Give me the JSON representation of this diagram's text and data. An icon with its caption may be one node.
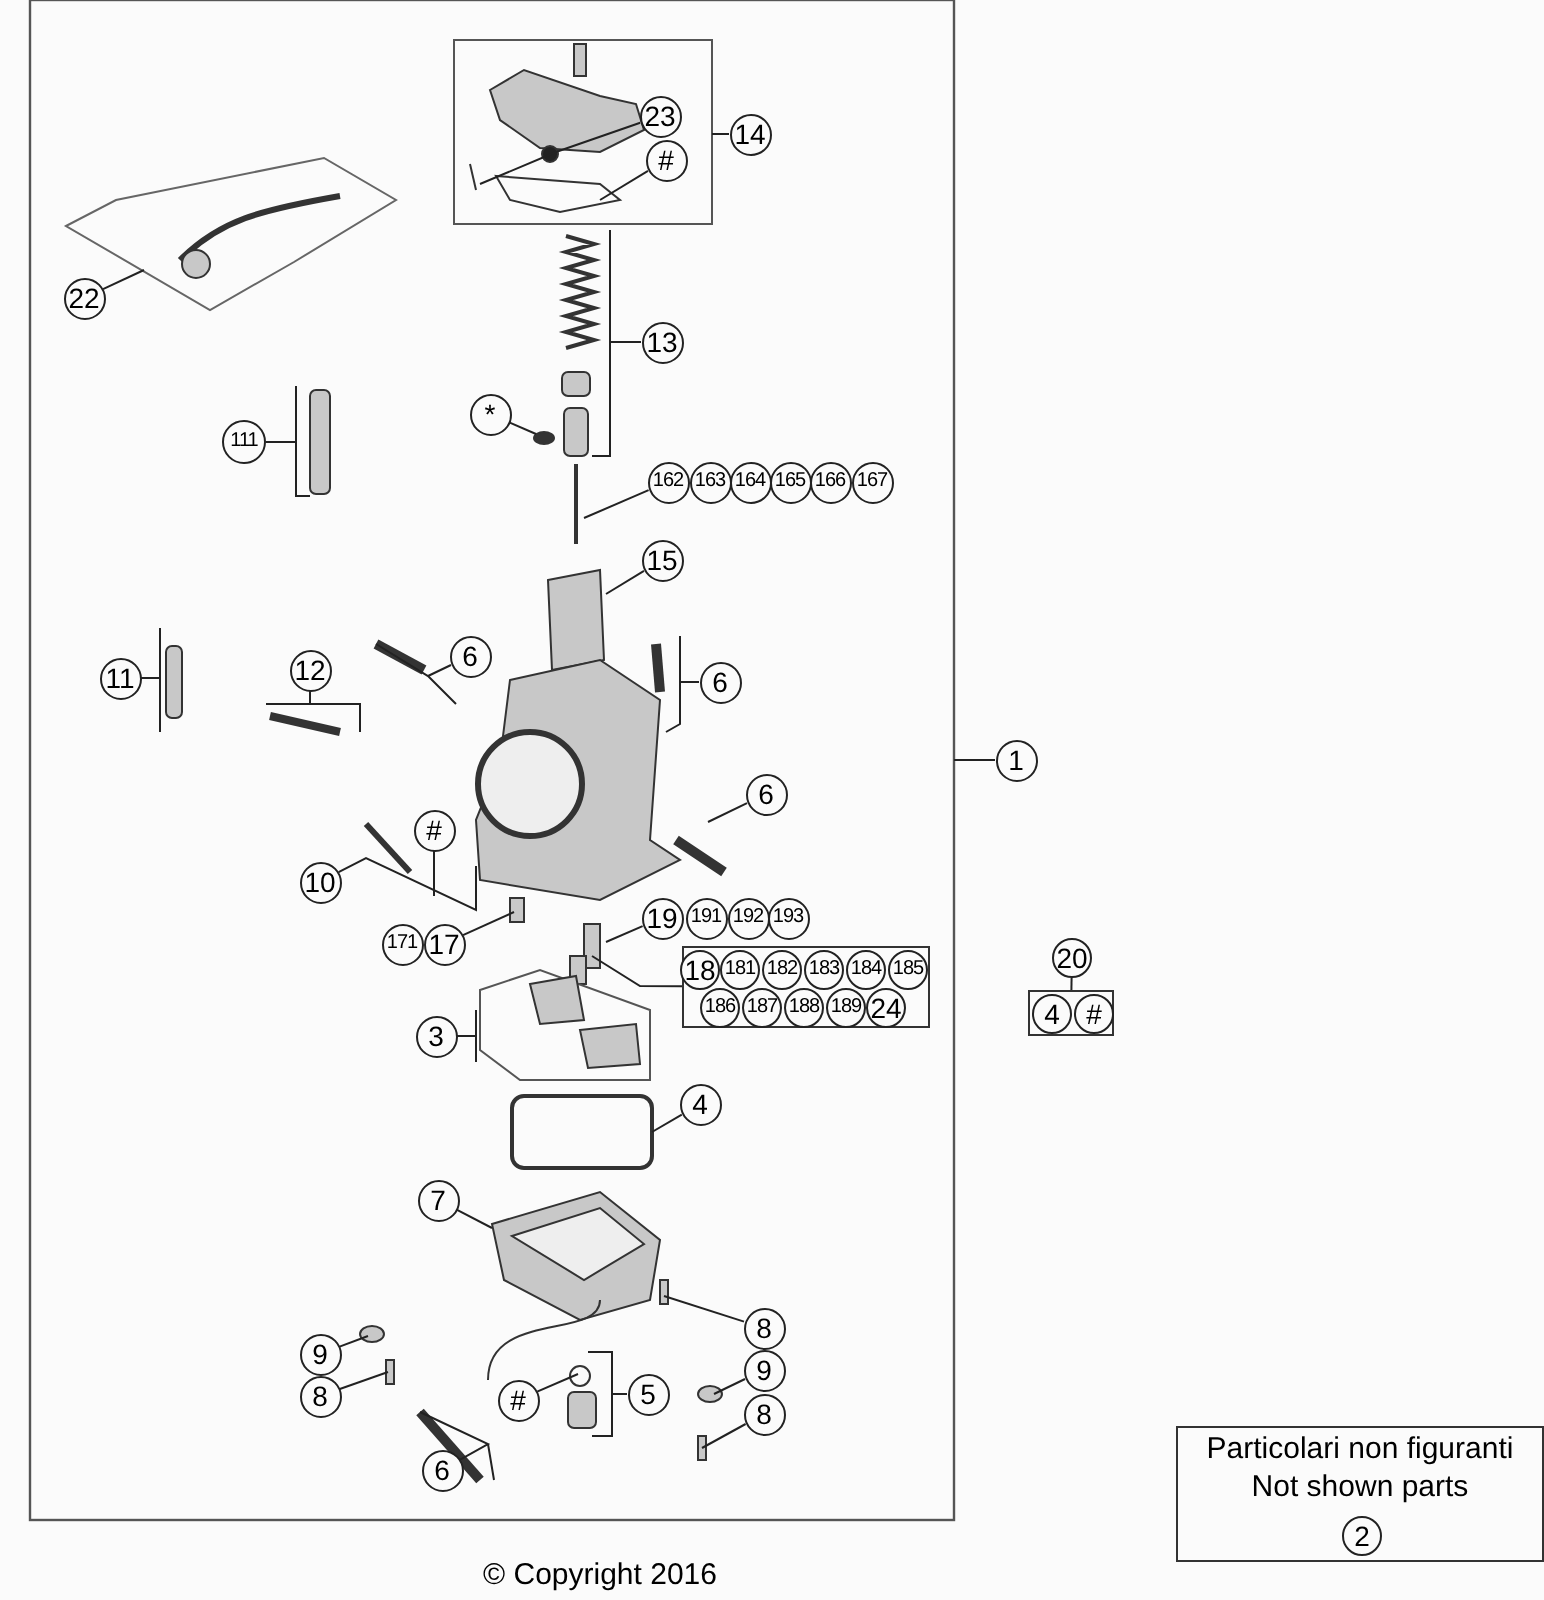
{
  "diagram": {
    "caption": "© Copyright 2016",
    "nodes": [
      {
        "text": [
          "23"
        ]
      },
      {
        "text": [
          "14"
        ]
      },
      {
        "text": [
          "#"
        ]
      },
      {
        "text": [
          "22"
        ]
      },
      {
        "text": [
          "13"
        ]
      },
      {
        "text": [
          "*"
        ]
      },
      {
        "text": [
          "111"
        ]
      },
      {
        "text": [
          "162"
        ]
      },
      {
        "text": [
          "163"
        ]
      },
      {
        "text": [
          "164"
        ]
      },
      {
        "text": [
          "165"
        ]
      },
      {
        "text": [
          "166"
        ]
      },
      {
        "text": [
          "167"
        ]
      },
      {
        "text": [
          "15"
        ]
      },
      {
        "text": [
          "6"
        ]
      },
      {
        "text": [
          "12"
        ]
      },
      {
        "text": [
          "11"
        ]
      },
      {
        "text": [
          "6"
        ]
      },
      {
        "text": [
          "1"
        ]
      },
      {
        "text": [
          "6"
        ]
      },
      {
        "text": [
          "#"
        ]
      },
      {
        "text": [
          "10"
        ]
      },
      {
        "text": [
          "19"
        ]
      },
      {
        "text": [
          "191"
        ]
      },
      {
        "text": [
          "192"
        ]
      },
      {
        "text": [
          "193"
        ]
      },
      {
        "text": [
          "171"
        ]
      },
      {
        "text": [
          "17"
        ]
      },
      {
        "text": [],
        "shape": "box"
      },
      {
        "text": [
          "18"
        ],
        "in": 28
      },
      {
        "text": [
          "181"
        ],
        "in": 28
      },
      {
        "text": [
          "182"
        ],
        "in": 28
      },
      {
        "text": [
          "183"
        ],
        "in": 28
      },
      {
        "text": [
          "184"
        ],
        "in": 28
      },
      {
        "text": [
          "185"
        ],
        "in": 28
      },
      {
        "text": [
          "186"
        ],
        "in": 28
      },
      {
        "text": [
          "187"
        ],
        "in": 28
      },
      {
        "text": [
          "188"
        ],
        "in": 28
      },
      {
        "text": [
          "189"
        ],
        "in": 28
      },
      {
        "text": [
          "24"
        ],
        "in": 28
      },
      {
        "text": [
          "20"
        ]
      },
      {
        "text": [],
        "shape": "box"
      },
      {
        "text": [
          "4"
        ],
        "in": 41
      },
      {
        "text": [
          "#"
        ],
        "in": 41
      },
      {
        "text": [
          "3"
        ]
      },
      {
        "text": [
          "4"
        ]
      },
      {
        "text": [
          "7"
        ]
      },
      {
        "text": [
          "8"
        ]
      },
      {
        "text": [
          "9"
        ]
      },
      {
        "text": [
          "9"
        ]
      },
      {
        "text": [
          "8"
        ]
      },
      {
        "text": [
          "#"
        ]
      },
      {
        "text": [
          "5"
        ]
      },
      {
        "text": [
          "8"
        ]
      },
      {
        "text": [
          "6"
        ]
      },
      {
        "text": [
          "Particolari non figuranti",
          "Not shown parts"
        ]
      },
      {
        "text": [
          "2"
        ],
        "in": 55
      }
    ],
    "edges": [
      {
        "from": 0,
        "to": null,
        "arrow": "none"
      },
      {
        "from": 1,
        "to": null,
        "arrow": "none"
      },
      {
        "from": 2,
        "to": null,
        "arrow": "none"
      },
      {
        "from": 3,
        "to": null,
        "arrow": "none"
      },
      {
        "from": 4,
        "to": null,
        "arrow": "none"
      },
      {
        "from": 5,
        "to": null,
        "arrow": "none"
      },
      {
        "from": 6,
        "to": null,
        "arrow": "none"
      },
      {
        "from": 7,
        "to": null,
        "arrow": "none"
      },
      {
        "from": 13,
        "to": null,
        "arrow": "none"
      },
      {
        "from": 14,
        "to": null,
        "arrow": "none"
      },
      {
        "from": 15,
        "to": null,
        "arrow": "none"
      },
      {
        "from": 16,
        "to": null,
        "arrow": "none"
      },
      {
        "from": 17,
        "to": null,
        "arrow": "none"
      },
      {
        "from": 18,
        "to": null,
        "arrow": "none"
      },
      {
        "from": 19,
        "to": null,
        "arrow": "none"
      },
      {
        "from": 20,
        "to": null,
        "arrow": "none"
      },
      {
        "from": 21,
        "to": null,
        "arrow": "none"
      },
      {
        "from": 22,
        "to": null,
        "arrow": "none"
      },
      {
        "from": 27,
        "to": null,
        "arrow": "none"
      },
      {
        "from": 28,
        "to": null,
        "arrow": "none"
      },
      {
        "from": 40,
        "to": 41,
        "arrow": "none"
      },
      {
        "from": 44,
        "to": null,
        "arrow": "none"
      },
      {
        "from": 45,
        "to": null,
        "arrow": "none"
      },
      {
        "from": 46,
        "to": null,
        "arrow": "none"
      },
      {
        "from": 47,
        "to": null,
        "arrow": "none"
      },
      {
        "from": 48,
        "to": null,
        "arrow": "none"
      },
      {
        "from": 49,
        "to": null,
        "arrow": "none"
      },
      {
        "from": 50,
        "to": null,
        "arrow": "none"
      },
      {
        "from": 51,
        "to": null,
        "arrow": "none"
      },
      {
        "from": 52,
        "to": null,
        "arrow": "none"
      },
      {
        "from": 53,
        "to": null,
        "arrow": "none"
      },
      {
        "from": 54,
        "to": null,
        "arrow": "none"
      }
    ]
  }
}
